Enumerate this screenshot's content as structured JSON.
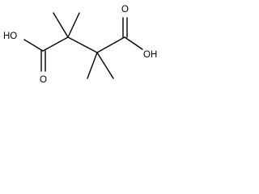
{
  "molecule": {
    "labels": {
      "carbonyl_o_left": "O",
      "hydroxyl_left": "HO",
      "carbonyl_o_right": "O",
      "hydroxyl_right": "OH"
    }
  }
}
